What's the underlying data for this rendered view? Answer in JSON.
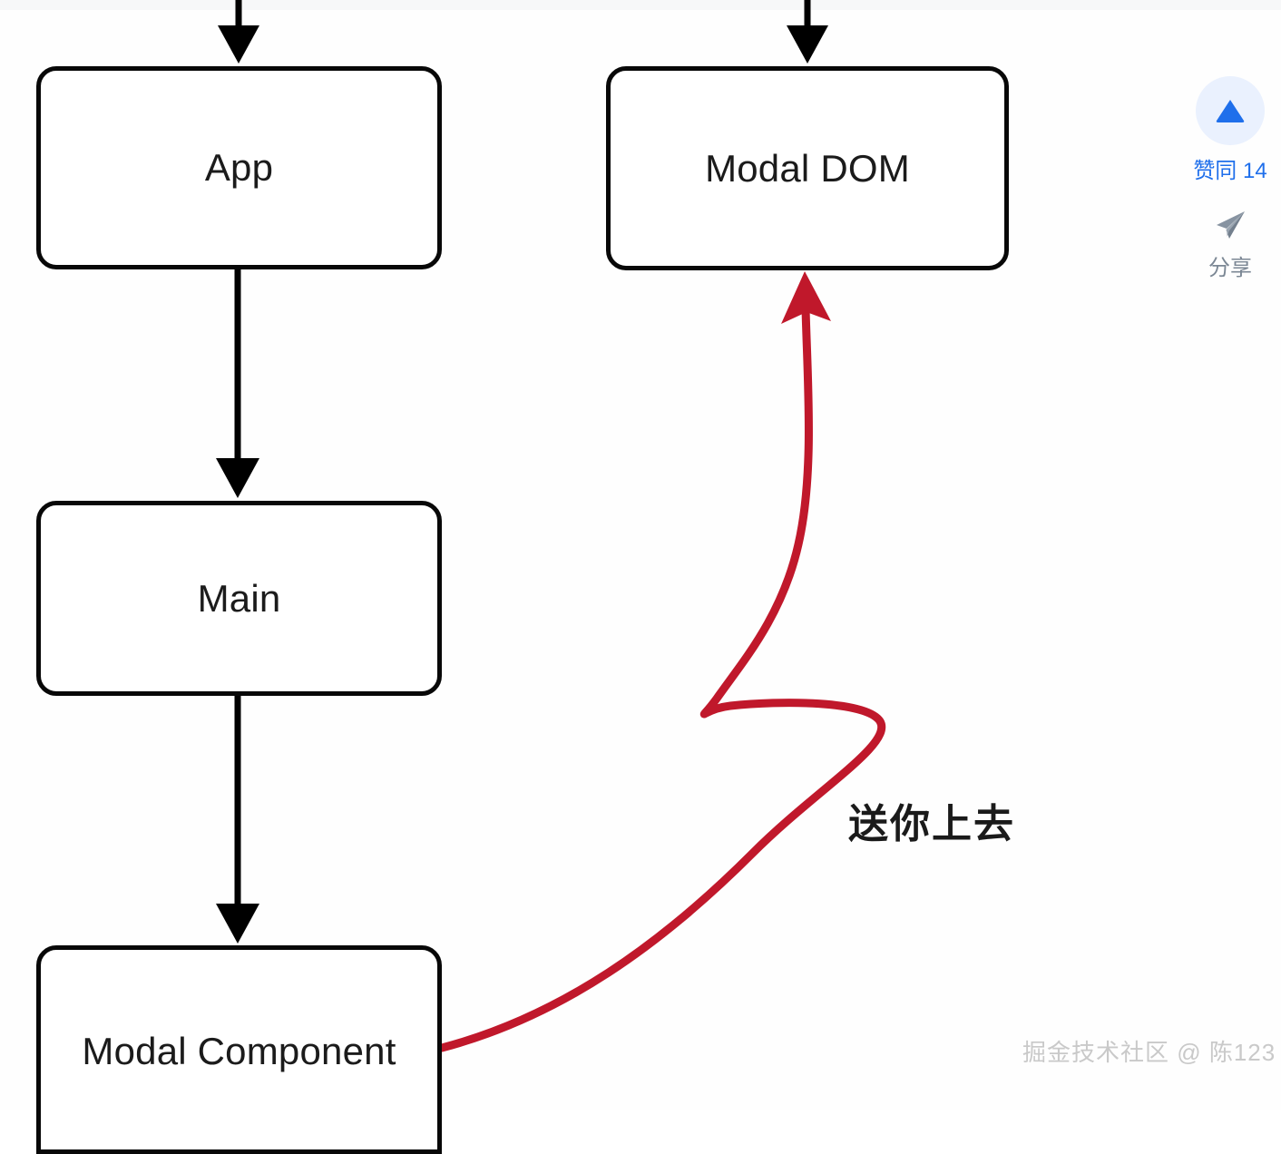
{
  "diagram": {
    "type": "flowchart",
    "nodes": [
      {
        "id": "app",
        "label": "App"
      },
      {
        "id": "main",
        "label": "Main"
      },
      {
        "id": "modal_cmp",
        "label": "Modal Component"
      },
      {
        "id": "modal_dom",
        "label": "Modal DOM"
      }
    ],
    "edges": [
      {
        "from": "incoming-top-left",
        "to": "app",
        "color": "#000000",
        "style": "straight-arrow"
      },
      {
        "from": "app",
        "to": "main",
        "color": "#000000",
        "style": "straight-arrow"
      },
      {
        "from": "main",
        "to": "modal_cmp",
        "color": "#000000",
        "style": "straight-arrow"
      },
      {
        "from": "incoming-top-right",
        "to": "modal_dom",
        "color": "#000000",
        "style": "straight-arrow"
      },
      {
        "from": "modal_cmp",
        "to": "modal_dom",
        "color": "#c0182b",
        "style": "curved-arrow",
        "label": "送你上去"
      }
    ],
    "annotation": "送你上去",
    "colors": {
      "node_border": "#080808",
      "node_fill": "#ffffff",
      "arrow_black": "#000000",
      "arrow_red": "#c0182b",
      "text": "#1b1b1b"
    }
  },
  "action_rail": {
    "upvote": {
      "icon": "triangle-up-icon",
      "label": "赞同 14",
      "count": 14,
      "accent": "#1f6feb",
      "bg": "#eaf1fe"
    },
    "share": {
      "icon": "paper-plane-icon",
      "label": "分享",
      "color": "#7b8794"
    }
  },
  "watermark": {
    "text": "掘金技术社区 @ 陈123",
    "color": "#c9c9c9"
  }
}
